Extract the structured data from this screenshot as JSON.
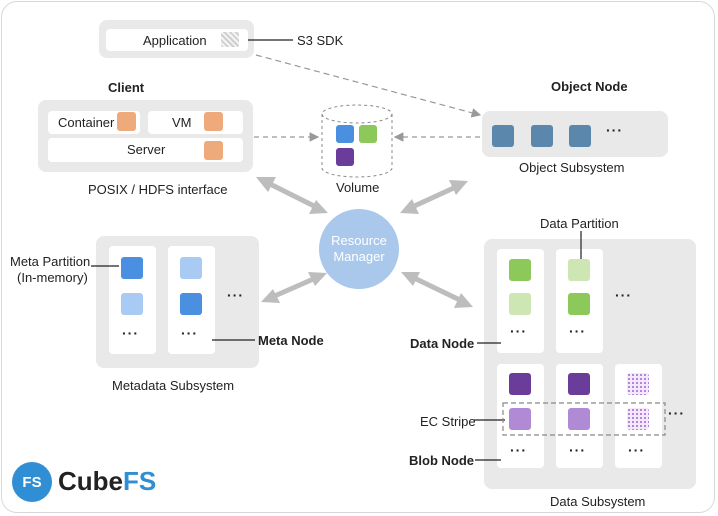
{
  "app": {
    "label": "Application",
    "sdk": "S3 SDK"
  },
  "client": {
    "title": "Client",
    "container": "Container",
    "vm": "VM",
    "server": "Server",
    "interface": "POSIX / HDFS interface"
  },
  "volume": {
    "label": "Volume"
  },
  "resource_manager": {
    "line1": "Resource",
    "line2": "Manager"
  },
  "object": {
    "node": "Object Node",
    "subsystem": "Object Subsystem",
    "more": "···"
  },
  "meta": {
    "partition_line1": "Meta Partition",
    "partition_line2": "(In-memory)",
    "node": "Meta Node",
    "subsystem": "Metadata Subsystem",
    "ellipsis": "···"
  },
  "data": {
    "partition": "Data Partition",
    "node": "Data Node",
    "ec_stripe": "EC Stripe",
    "blob_node": "Blob Node",
    "subsystem": "Data Subsystem",
    "ellipsis": "···"
  },
  "logo": {
    "mark": "FS",
    "cube": "Cube",
    "fs": "FS"
  },
  "colors": {
    "blue_dark": "#4a8fe0",
    "blue_light": "#a9cbf3",
    "green_dark": "#8cc85a",
    "green_light": "#cde6b3",
    "purple_dark": "#6a3d9a",
    "purple_light": "#b18ad6",
    "orange": "#eeaa7b",
    "steel": "#5b87ad",
    "manager": "#a9c8ec",
    "logo_blue": "#2f8ed4"
  }
}
